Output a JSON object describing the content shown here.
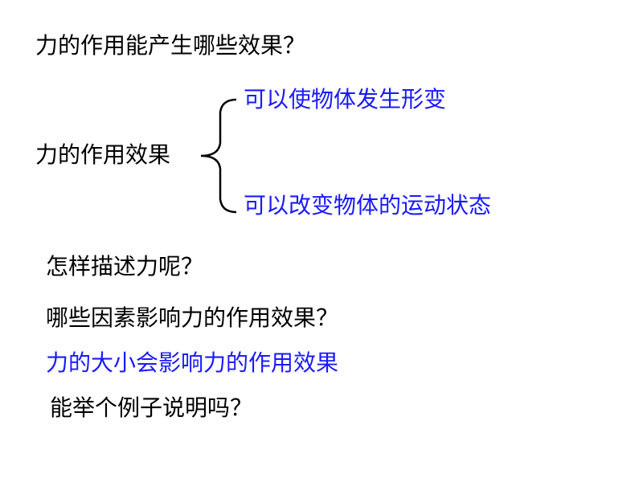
{
  "question1": "力的作用能产生哪些效果？",
  "effects_label": "力的作用效果",
  "effects": [
    "可以使物体发生形变",
    "可以改变物体的运动状态"
  ],
  "question2": "怎样描述力呢？",
  "question3": "哪些因素影响力的作用效果？",
  "answer3": "力的大小会影响力的作用效果",
  "question4": "能举个例子说明吗？",
  "colors": {
    "text": "#000000",
    "highlight": "#1a1aff"
  }
}
